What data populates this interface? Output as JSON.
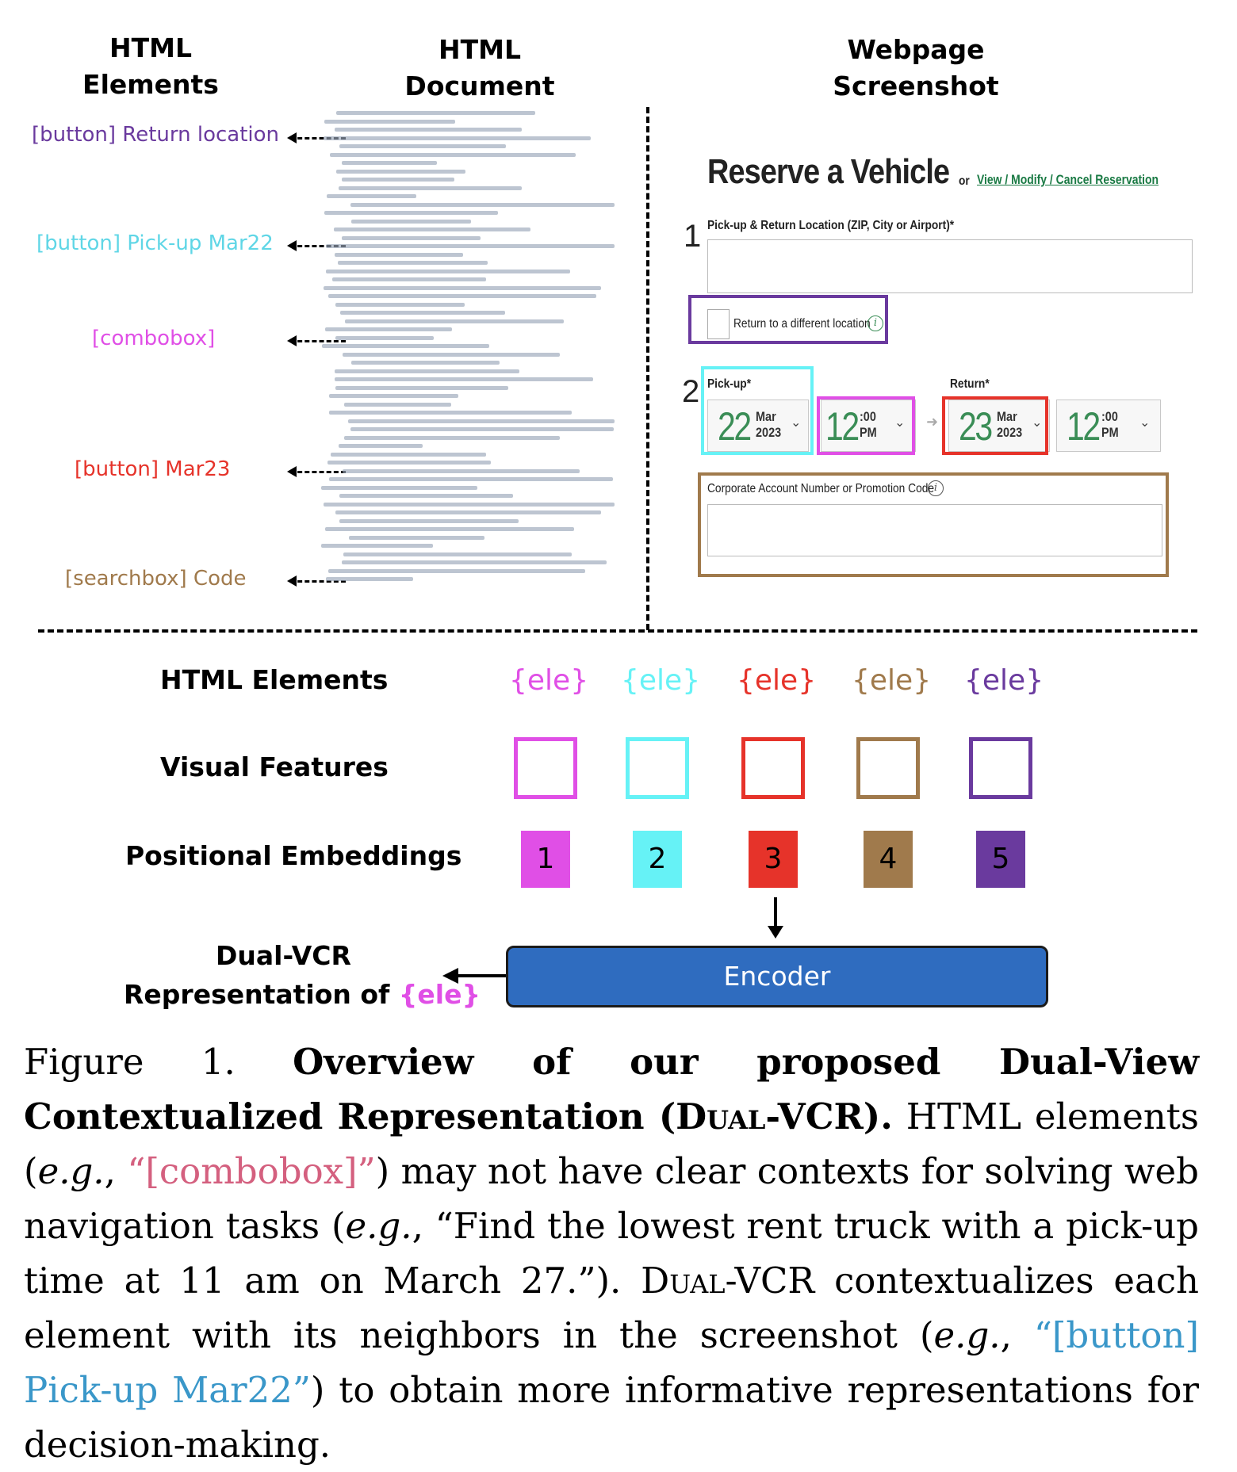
{
  "headers": {
    "html_elements": "HTML\nElements",
    "html_document": "HTML\nDocument",
    "webpage_screenshot": "Webpage\nScreenshot"
  },
  "element_labels": [
    {
      "text": "[button] Return location",
      "color": "#6a3a9e"
    },
    {
      "text": "[button] Pick-up Mar22",
      "color": "#5fe0ec"
    },
    {
      "text": "[combobox]",
      "color": "#e04fe6"
    },
    {
      "text": "[button] Mar23",
      "color": "#e6332a"
    },
    {
      "text": "[searchbox] Code",
      "color": "#a07a4c"
    }
  ],
  "screenshot": {
    "title": "Reserve a Vehicle",
    "or": "or",
    "link": "View / Modify / Cancel Reservation",
    "step1": "1",
    "location_label": "Pick-up & Return Location (ZIP, City or Airport)*",
    "return_diff": "Return to a different location",
    "step2": "2",
    "pickup_label": "Pick-up*",
    "return_label": "Return*",
    "pickup_day": "22",
    "pickup_month": "Mar",
    "pickup_year": "2023",
    "pickup_hour": "12",
    "pickup_min": ":00",
    "pickup_ampm": "PM",
    "return_day": "23",
    "return_month": "Mar",
    "return_year": "2023",
    "return_hour": "12",
    "return_min": ":00",
    "return_ampm": "PM",
    "corp_label": "Corporate Account Number or Promotion Code"
  },
  "diagram": {
    "row_html": "HTML Elements",
    "row_visual": "Visual Features",
    "row_pos": "Positional Embeddings",
    "ele": "{ele}",
    "encoder": "Encoder",
    "dual_vcr_1": "Dual-VCR",
    "dual_vcr_2": "Representation of ",
    "columns": [
      {
        "pos": "1",
        "color": "#e04fe6"
      },
      {
        "pos": "2",
        "color": "#66f2f6"
      },
      {
        "pos": "3",
        "color": "#e6332a"
      },
      {
        "pos": "4",
        "color": "#a07a4c"
      },
      {
        "pos": "5",
        "color": "#6a3a9e"
      }
    ]
  },
  "caption": {
    "fig": "Figure 1. ",
    "bold1": "Overview of our proposed Dual-View Contextualized Representation (",
    "bold_sc": "Dual",
    "bold2": "-VCR).",
    "t1": " HTML elements (",
    "eg": "e.g.",
    "t2": ", ",
    "q1": "“[combobox]”",
    "t3": ") may not have clear contexts for solving web navigation tasks (",
    "t4": ", “Find the lowest rent truck with a pick-up time at 11 am on March 27.”). ",
    "sc2": "Dual",
    "t5": "-VCR contextualizes each element with its neighbors in the screenshot (",
    "t6": ", ",
    "q2": "“[button] Pick-up Mar22”",
    "t7": ") to obtain more informative representations for decision-making."
  }
}
